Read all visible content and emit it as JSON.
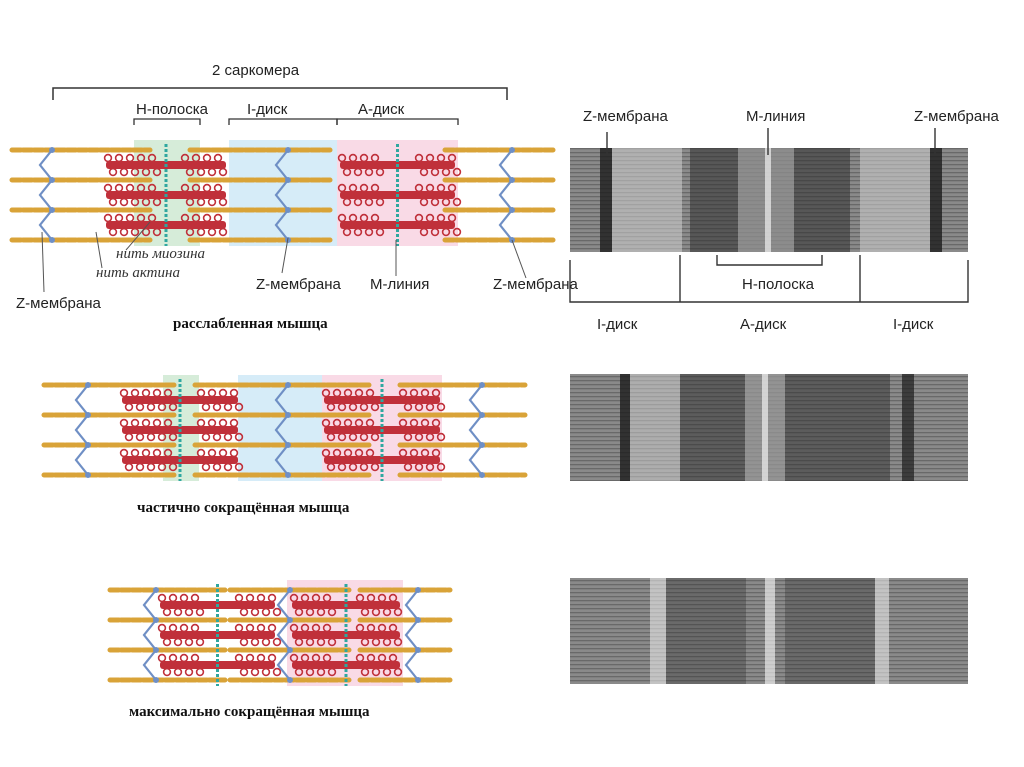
{
  "labels": {
    "sarcomere": "2 саркомера",
    "h_band": "Н-полоска",
    "i_disk": "I-диск",
    "a_disk": "А-диск",
    "myosin": "нить миозина",
    "actin": "нить актина",
    "z_membrane": "Z-мембрана",
    "m_line": "М-линия"
  },
  "micro_labels": {
    "z_left": "Z-мембрана",
    "m_line": "М-линия",
    "z_right": "Z-мембрана",
    "h_band": "Н-полоска",
    "i_left": "I-диск",
    "a_disk": "А-диск",
    "i_right": "I-диск"
  },
  "captions": {
    "relaxed": "расслабленная мышца",
    "partial": "частично сокращённая мышца",
    "maximal": "максимально сокращённая мышца"
  },
  "colors": {
    "h_zone": "#cfe9d2",
    "i_zone": "#cfe9f7",
    "a_zone": "#f8d3e2",
    "actin": "#d9a338",
    "myosin": "#c0303a",
    "z_line": "#6f8fc5",
    "m_line": "#2fa7a0"
  }
}
